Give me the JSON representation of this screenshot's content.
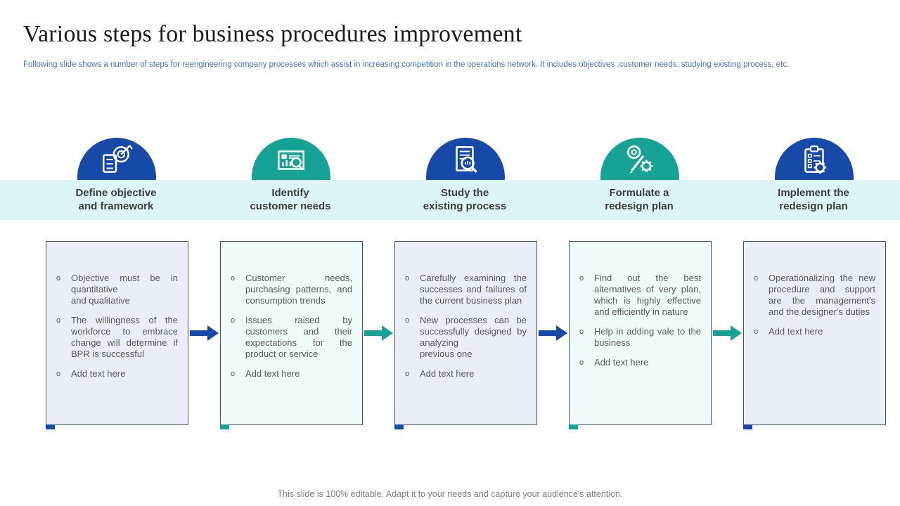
{
  "slide": {
    "title": "Various steps for business procedures improvement",
    "subtitle": "Following slide shows a number of steps for reengineering company processes  which assist in  increasing competition in the operations network. It includes objectives ,customer needs, studying existing process, etc.",
    "footer": "This slide is 100% editable. Adapt it to your needs and capture your audience's attention.",
    "bullet_char": "o"
  },
  "colors": {
    "blue": "#1649A8",
    "teal": "#17A296",
    "band_background": "#DCF5F8",
    "box_blue_background": "#E9EEF8",
    "box_teal_background": "#EEFBFA",
    "box_border": "#44546A",
    "subtitle_text": "#4472C4",
    "body_text": "#595959"
  },
  "steps": [
    {
      "label": "Define objective\nand framework",
      "icon": "target-checklist-icon",
      "theme": "blue",
      "bullets": [
        "Objective must be in quantitative\nand qualitative",
        "The willingness of the workforce to embrace change will determine if BPR is successful",
        "Add text here"
      ]
    },
    {
      "label": "Identify\ncustomer needs",
      "icon": "chart-board-magnifier-icon",
      "theme": "teal",
      "bullets": [
        "Customer needs, purchasing patterns, and consumption trends",
        "Issues raised by customers and their expectations for the product or service",
        "Add text here"
      ]
    },
    {
      "label": "Study the\nexisting process",
      "icon": "document-magnifier-icon",
      "theme": "blue",
      "bullets": [
        "Carefully examining the successes and failures of the current business plan",
        "New processes can be successfully designed by analyzing\nprevious one",
        "Add text here"
      ]
    },
    {
      "label": "Formulate a\nredesign plan",
      "icon": "magnifier-pencil-gear-icon",
      "theme": "teal",
      "bullets": [
        "Find out the best alternatives of very plan, which is highly effective and efficiently in nature",
        "Help in adding vale to the business",
        "Add text here"
      ]
    },
    {
      "label": "Implement the\nredesign plan",
      "icon": "clipboard-gear-icon",
      "theme": "blue",
      "bullets": [
        "Operationalizing the new procedure and support are the management's and the designer's duties",
        "Add text here"
      ]
    }
  ],
  "arrows": [
    {
      "color": "blue"
    },
    {
      "color": "teal"
    },
    {
      "color": "blue"
    },
    {
      "color": "teal"
    }
  ]
}
